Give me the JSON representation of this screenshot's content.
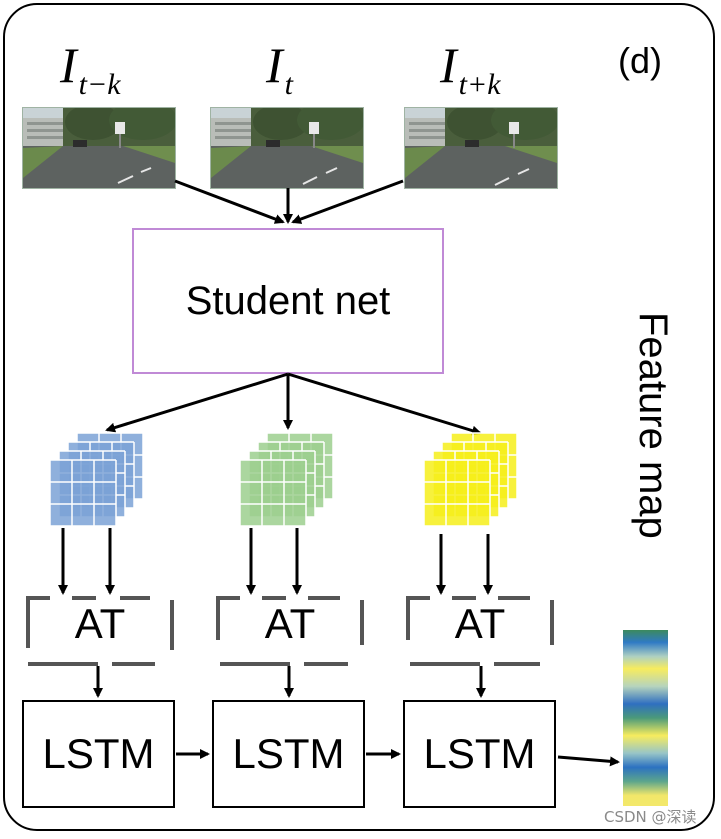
{
  "panel_label": "(d)",
  "frames": [
    {
      "base": "I",
      "sub": "t−k"
    },
    {
      "base": "I",
      "sub": "t"
    },
    {
      "base": "I",
      "sub": "t+k"
    }
  ],
  "student_net_label": "Student net",
  "feature_map_label": "Feature map",
  "attention_labels": [
    "AT",
    "AT",
    "AT"
  ],
  "lstm_labels": [
    "LSTM",
    "LSTM",
    "LSTM"
  ],
  "feature_map_colors": [
    "#7ba2d6",
    "#9ccf8e",
    "#f6ef1a"
  ],
  "watermark": "CSDN @深读"
}
